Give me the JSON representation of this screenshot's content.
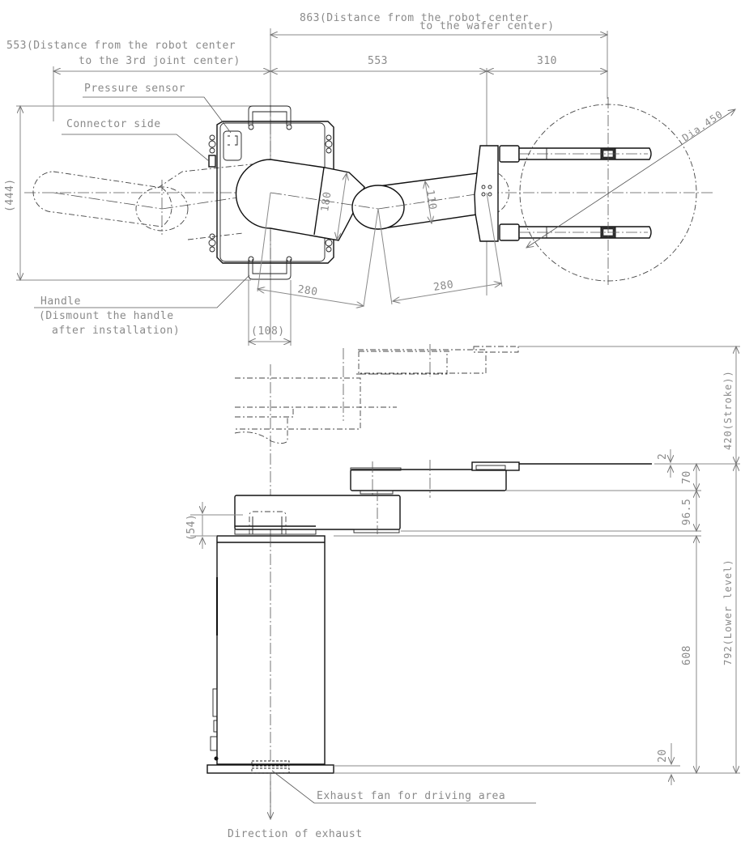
{
  "drawing": {
    "title": "Robot dimensional drawing (top view and side view)",
    "top_view": {
      "dim_total_reach": "863(Distance from the robot center",
      "dim_total_reach_2": "to the wafer center)",
      "dim_3rd_joint": "553(Distance from the robot center",
      "dim_3rd_joint_2": "to the 3rd joint center)",
      "dim_arm_span": "553",
      "dim_hand": "310",
      "dim_height_444": "(444)",
      "dim_arm1_width": "180",
      "dim_arm2_width": "110",
      "dim_link1": "280",
      "dim_link2": "280",
      "dim_handle_width": "(108)",
      "dim_wafer_dia": "Dia.450",
      "label_pressure_sensor": "Pressure sensor",
      "label_connector_side": "Connector side",
      "label_handle": "Handle",
      "label_handle_note_1": "(Dismount the handle",
      "label_handle_note_2": "after installation)"
    },
    "side_view": {
      "dim_stroke": "420(Stroke))",
      "dim_2": "2",
      "dim_70": "70",
      "dim_96_5": "96.5",
      "dim_54": "(54)",
      "dim_608": "608",
      "dim_lower_level": "792(Lower level)",
      "dim_20": "20",
      "label_exhaust_fan": "Exhaust fan for driving area",
      "label_exhaust_direction": "Direction of exhaust"
    }
  }
}
